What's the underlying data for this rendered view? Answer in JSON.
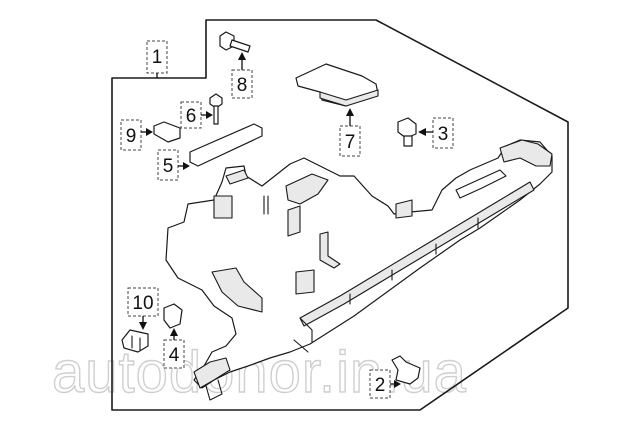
{
  "callouts": [
    {
      "id": "c1",
      "label": "1"
    },
    {
      "id": "c2",
      "label": "2"
    },
    {
      "id": "c3",
      "label": "3"
    },
    {
      "id": "c4",
      "label": "4"
    },
    {
      "id": "c5",
      "label": "5"
    },
    {
      "id": "c6",
      "label": "6"
    },
    {
      "id": "c7",
      "label": "7"
    },
    {
      "id": "c8",
      "label": "8"
    },
    {
      "id": "c9",
      "label": "9"
    },
    {
      "id": "c10",
      "label": "10"
    }
  ],
  "watermark": "autodonor.in.ua"
}
